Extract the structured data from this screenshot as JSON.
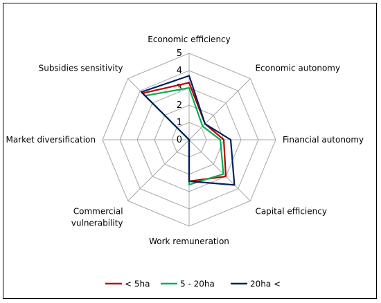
{
  "chart_data": {
    "type": "radar",
    "axes": [
      "Economic efficiency",
      "Economic autonomy",
      "Financial autonomy",
      "Capital efficiency",
      "Work remuneration",
      "Commercial vulnerability",
      "Market diversification",
      "Subsidies sensitivity"
    ],
    "rlim": [
      0,
      5
    ],
    "ticks": [
      "0",
      "1",
      "2",
      "3",
      "4",
      "5"
    ],
    "grid": true,
    "legend_position": "bottom",
    "series": [
      {
        "name": "< 5ha",
        "color": "#C00000",
        "values": [
          3.3,
          1.3,
          2.0,
          3.0,
          2.4,
          0.0,
          0.0,
          3.8
        ]
      },
      {
        "name": "5 - 20ha",
        "color": "#00B050",
        "values": [
          3.0,
          1.1,
          1.8,
          2.8,
          2.6,
          0.0,
          0.0,
          3.6
        ]
      },
      {
        "name": "20ha <",
        "color": "#002060",
        "values": [
          3.7,
          1.3,
          2.4,
          3.7,
          2.4,
          0.0,
          0.0,
          3.9
        ]
      }
    ]
  }
}
